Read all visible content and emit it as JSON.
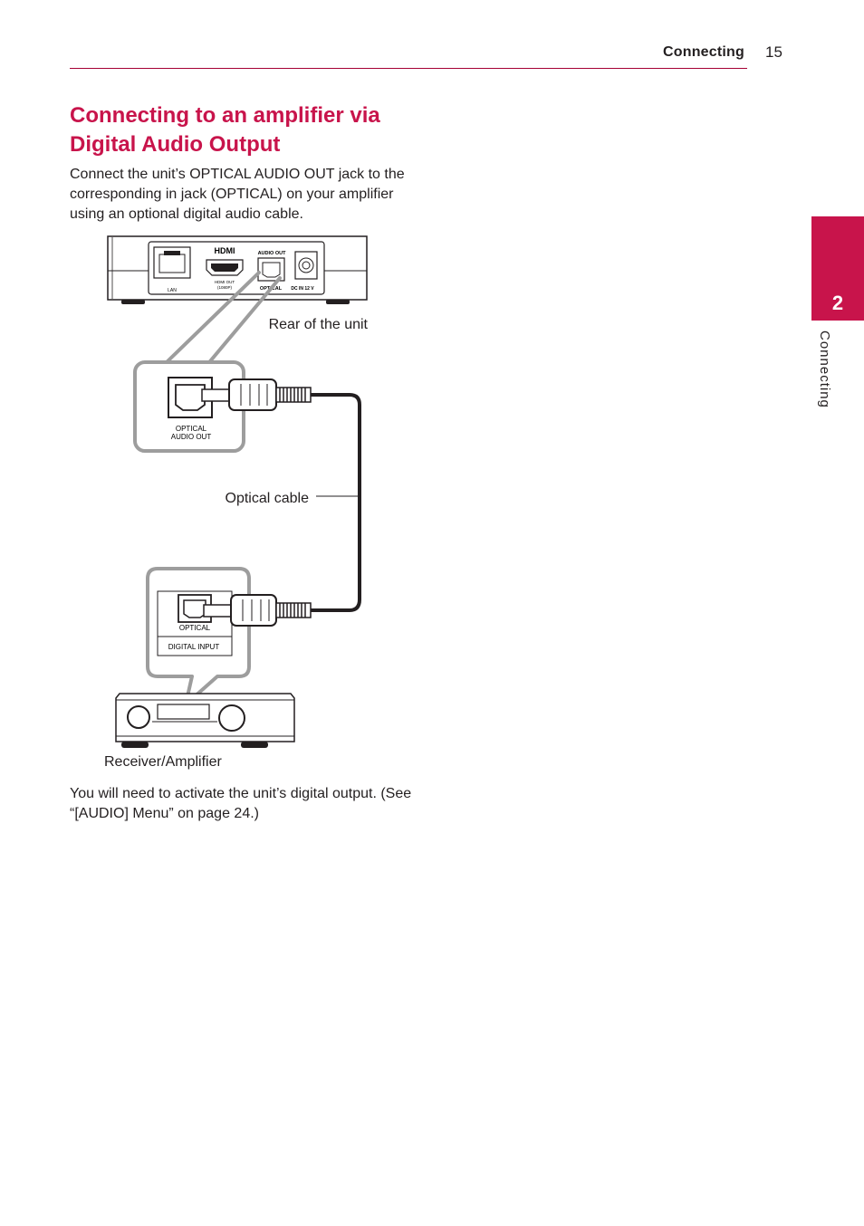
{
  "header": {
    "section": "Connecting",
    "page_number": "15"
  },
  "title": "Connecting to an amplifier via Digital Audio Output",
  "intro": "Connect the unit’s OPTICAL AUDIO OUT jack to the corresponding in jack (OPTICAL) on your amplifier using an optional digital audio cable.",
  "side_tab": {
    "number": "2",
    "label": "Connecting"
  },
  "diagram": {
    "unit_labels": {
      "hdmi_logo": "HDMI",
      "audio_out": "AUDIO OUT",
      "lan": "LAN",
      "hdmi_out_line1": "HDMI OUT",
      "hdmi_out_line2": "(1080P)",
      "optical": "OPTICAL",
      "dc_in": "DC IN 12 V"
    },
    "rear_label": "Rear of the unit",
    "optical_audio_out_line1": "OPTICAL",
    "optical_audio_out_line2": "AUDIO OUT",
    "cable_label": "Optical cable",
    "receiver_optical": "OPTICAL",
    "receiver_digital_input": "DIGITAL INPUT",
    "receiver_label": "Receiver/Amplifier"
  },
  "note": "You will need to activate the unit’s digital output. (See “[AUDIO] Menu” on page 24.)"
}
